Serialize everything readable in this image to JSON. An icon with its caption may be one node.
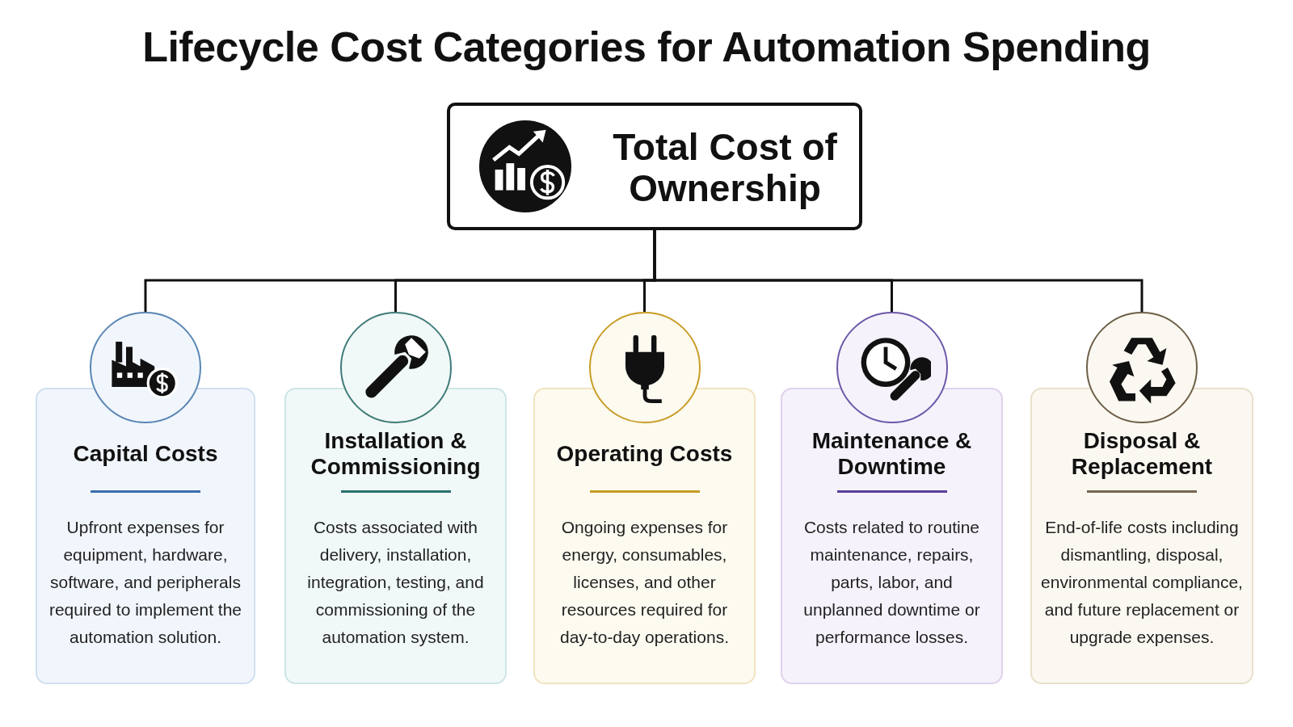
{
  "diagram": {
    "title": "Lifecycle Cost Categories for Automation Spending",
    "nodes": [
      {
        "text": [
          "Total Cost of Ownership"
        ]
      },
      {
        "text": [
          "Capital Costs",
          "Upfront expenses for equipment, hardware, software, and peripherals required to implement the automation solution."
        ]
      },
      {
        "text": [
          "Installation & Commissioning",
          "Costs associated with delivery, installation, integration, testing, and commissioning of the automation system."
        ]
      },
      {
        "text": [
          "Operating Costs",
          "Ongoing expenses for energy, consumables, licenses, and other resources required for day-to-day operations."
        ]
      },
      {
        "text": [
          "Maintenance & Downtime",
          "Costs related to routine maintenance, repairs, parts, labor, and unplanned downtime or performance losses."
        ]
      },
      {
        "text": [
          "Disposal & Replacement",
          "End-of-life costs including dismantling, disposal, environmental compliance, and future replacement or upgrade expenses."
        ]
      }
    ],
    "edges": [
      {
        "from": 0,
        "to": 1,
        "arrow": "none"
      },
      {
        "from": 0,
        "to": 2,
        "arrow": "none"
      },
      {
        "from": 0,
        "to": 3,
        "arrow": "none"
      },
      {
        "from": 0,
        "to": 4,
        "arrow": "none"
      },
      {
        "from": 0,
        "to": 5,
        "arrow": "none"
      }
    ]
  }
}
